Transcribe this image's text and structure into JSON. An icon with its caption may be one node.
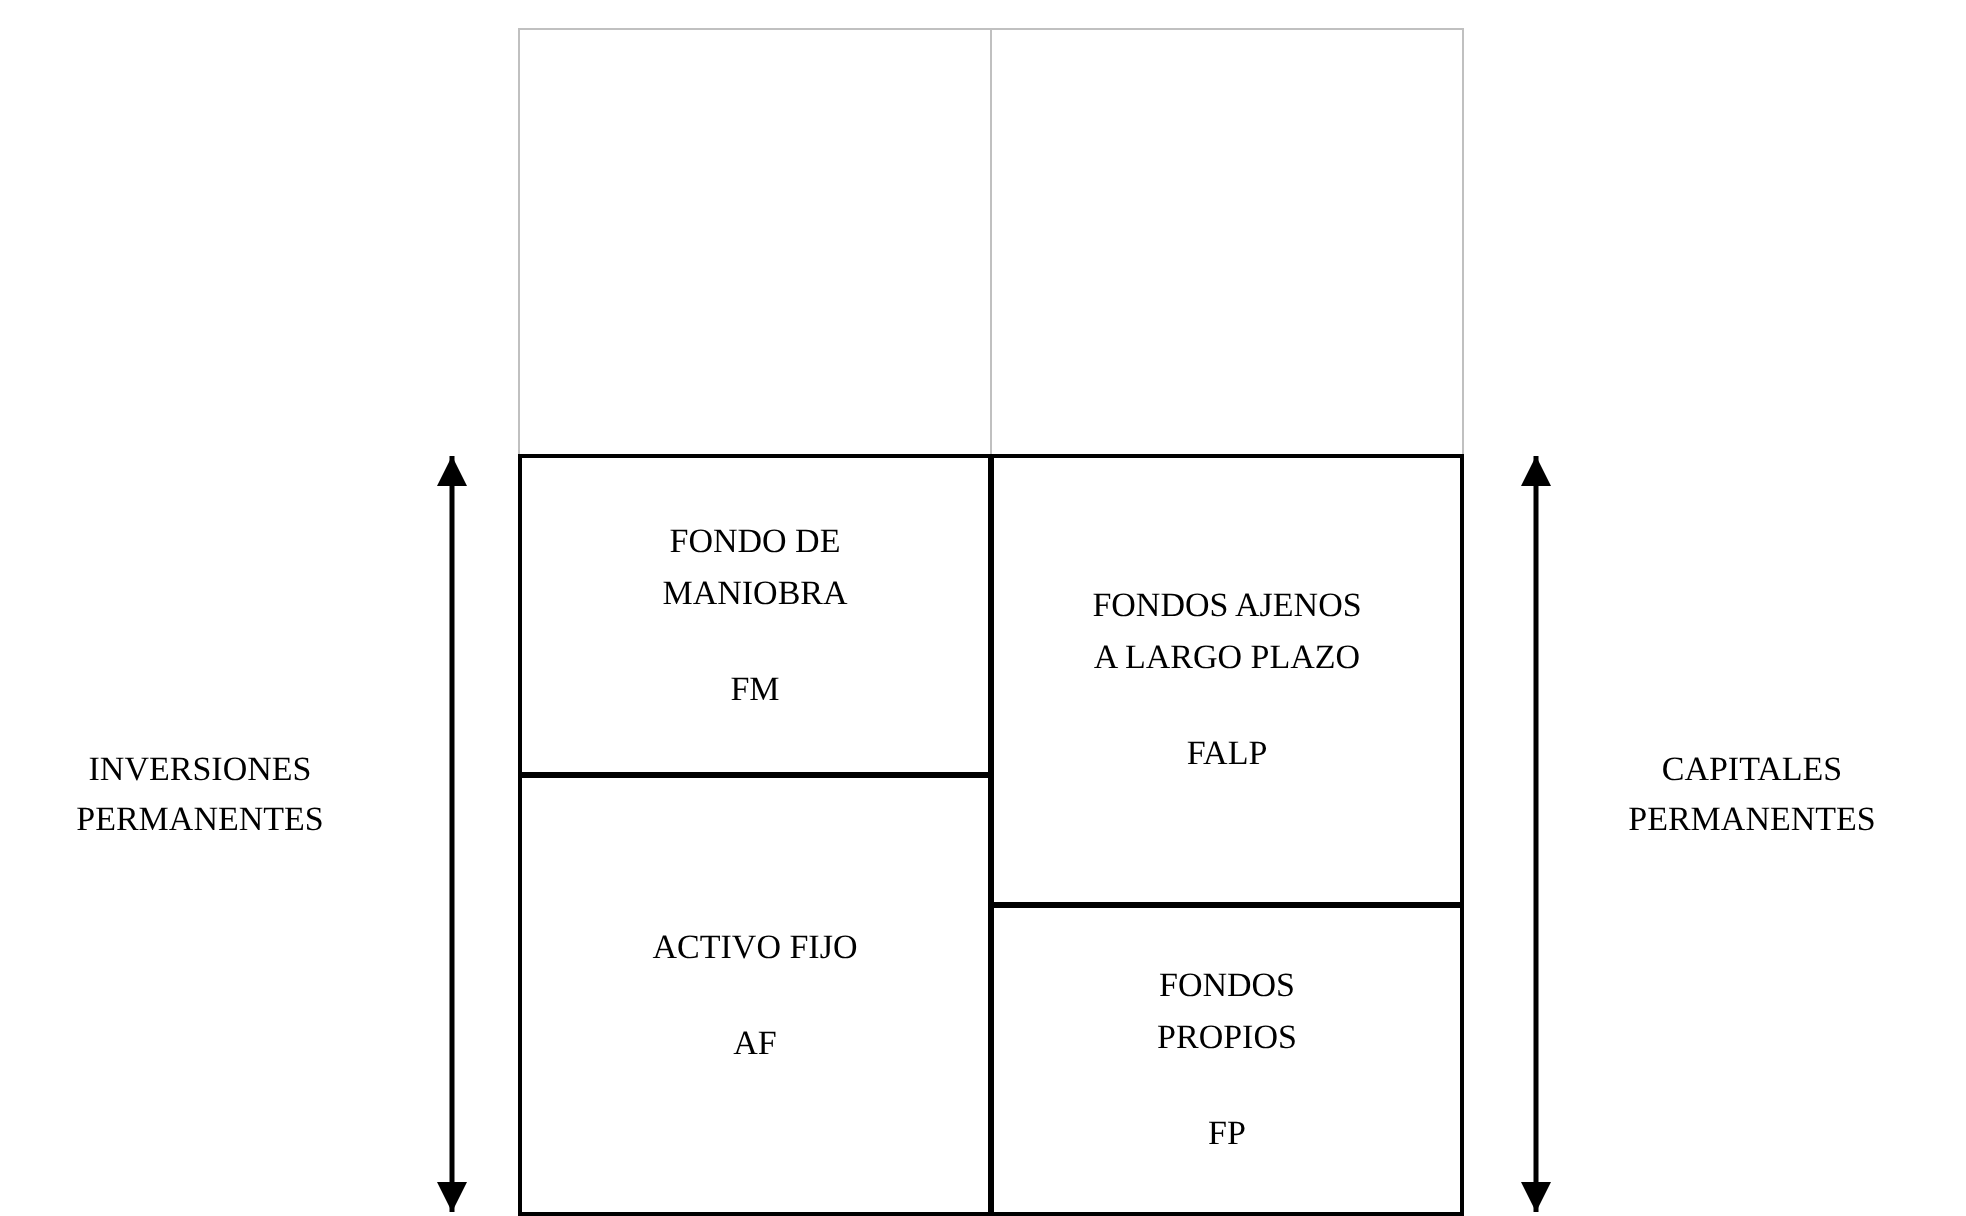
{
  "diagram": {
    "nodes": [
      {
        "text": [],
        "shape": "box"
      },
      {
        "text": [],
        "shape": "box"
      },
      {
        "text": [
          "FONDO DE MANIOBRA",
          "FM"
        ]
      },
      {
        "text": [
          "FONDOS AJENOS A LARGO PLAZO",
          "FALP"
        ]
      },
      {
        "text": [
          "ACTIVO FIJO",
          "AF"
        ]
      },
      {
        "text": [
          "FONDOS PROPIOS",
          "FP"
        ]
      }
    ],
    "labels": [
      "INVERSIONES PERMANENTES",
      "CAPITALES PERMANENTES"
    ]
  }
}
